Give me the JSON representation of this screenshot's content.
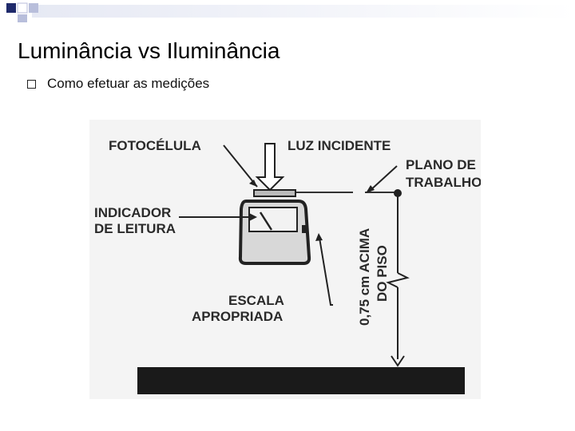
{
  "slide": {
    "title": "Luminância vs Iluminância",
    "bullet": "Como efetuar as medições"
  },
  "diagram": {
    "labels": {
      "fotocelula": "FOTOCÉLULA",
      "luz_incidente": "LUZ INCIDENTE",
      "plano_line1": "PLANO DE",
      "plano_line2": "TRABALHO",
      "indicador_line1": "INDICADOR",
      "indicador_line2": "DE LEITURA",
      "escala_line1": "ESCALA",
      "escala_line2": "APROPRIADA",
      "altura_line1": "0,75 cm ACIMA",
      "altura_line2": "DO PISO"
    }
  },
  "colors": {
    "accent_dark": "#1f2a6b",
    "accent_light": "#dfe3f2",
    "floor": "#1a1a1a",
    "meter_body": "#d8d8d8",
    "figure_bg": "#f2f2f2"
  }
}
